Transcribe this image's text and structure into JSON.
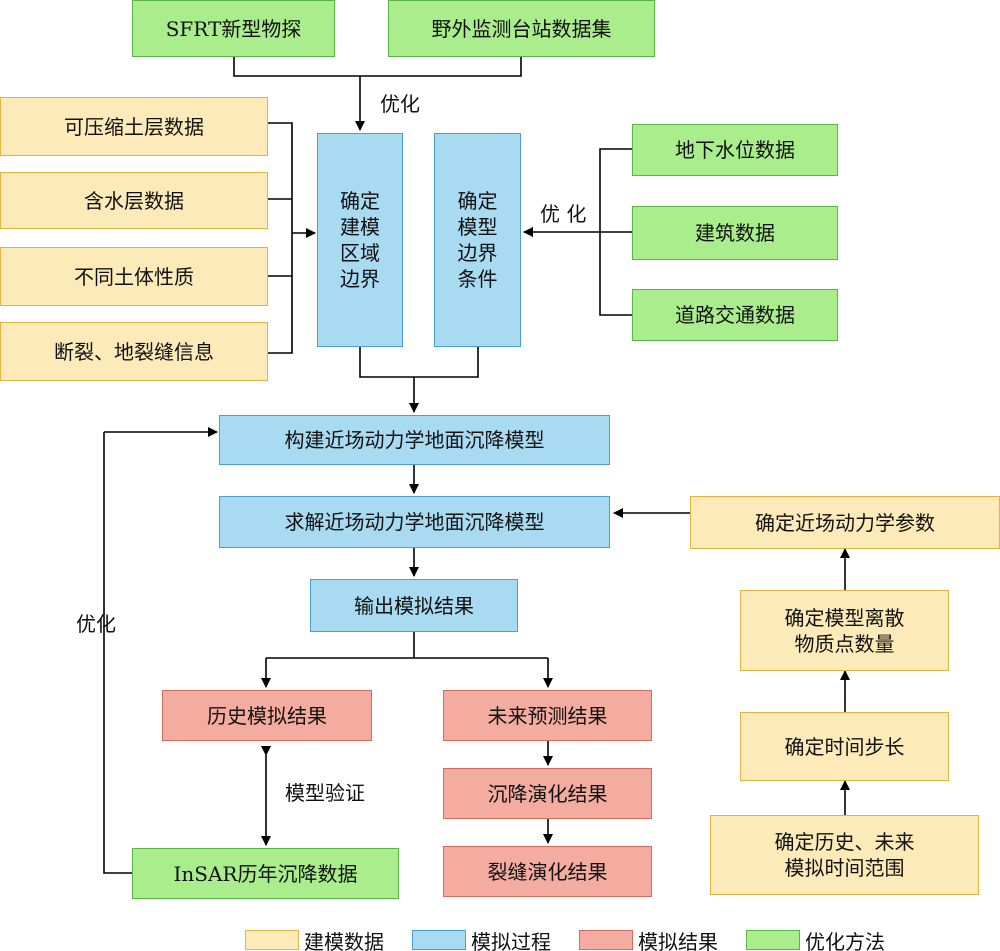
{
  "top": {
    "sfrt": "SFRT新型物探",
    "station": "野外监测台站数据集",
    "optimize_label": "优化"
  },
  "left_data": [
    "可压缩土层数据",
    "含水层数据",
    "不同土体性质",
    "断裂、地裂缝信息"
  ],
  "right_data": [
    "地下水位数据",
    "建筑数据",
    "道路交通数据"
  ],
  "right_optimize_label": "优 化",
  "center": {
    "domain_boundary": "确定\n建模\n区域\n边界",
    "boundary_conditions": "确定\n模型\n边界\n条件",
    "build_model": "构建近场动力学地面沉降模型",
    "solve_model": "求解近场动力学地面沉降模型",
    "output": "输出模拟结果"
  },
  "results": {
    "history": "历史模拟结果",
    "future": "未来预测结果",
    "subsidence": "沉降演化结果",
    "cracks": "裂缝演化结果",
    "validation_label": "模型验证",
    "insar": "InSAR历年沉降数据",
    "left_optimize_label": "优化"
  },
  "params": {
    "determine_params": "确定近场动力学参数",
    "particles": "确定模型离散\n物质点数量",
    "timestep": "确定时间步长",
    "timerange": "确定历史、未来\n模拟时间范围"
  },
  "legend": [
    {
      "label": "建模数据",
      "color": "#fcebb9"
    },
    {
      "label": "模拟过程",
      "color": "#a8daf2"
    },
    {
      "label": "模拟结果",
      "color": "#f4aca0"
    },
    {
      "label": "优化方法",
      "color": "#a9ed8c"
    }
  ]
}
